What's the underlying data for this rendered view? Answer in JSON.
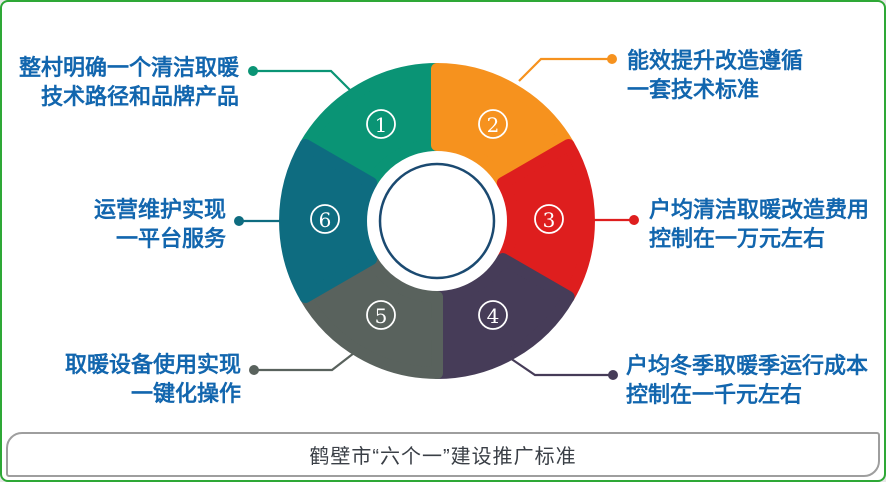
{
  "frame": {
    "border_color": "#2EA836",
    "background": "#FFFFFF"
  },
  "caption": {
    "text": "鹤壁市“六个一”建设推广标准",
    "text_color": "#3A3F46",
    "border_color": "#9E9E9E"
  },
  "wheel": {
    "center_ring_color": "#1B4A71",
    "center_fill": "#FFFFFF",
    "number_text_color": "#FFFFFF",
    "label_text_color": "#1266AE"
  },
  "segments": [
    {
      "number": "1",
      "color": "#0A9475",
      "label_lines": [
        "整村明确一个清洁取暖",
        "技术路径和品牌产品"
      ],
      "label_side": "left"
    },
    {
      "number": "2",
      "color": "#F6921E",
      "label_lines": [
        "能效提升改造遵循",
        "一套技术标准"
      ],
      "label_side": "right"
    },
    {
      "number": "3",
      "color": "#DE1E1E",
      "label_lines": [
        "户均清洁取暖改造费用",
        "控制在一万元左右"
      ],
      "label_side": "right"
    },
    {
      "number": "4",
      "color": "#463C58",
      "label_lines": [
        "户均冬季取暖季运行成本",
        "控制在一千元左右"
      ],
      "label_side": "right"
    },
    {
      "number": "5",
      "color": "#59625D",
      "label_lines": [
        "取暖设备使用实现",
        "一键化操作"
      ],
      "label_side": "left"
    },
    {
      "number": "6",
      "color": "#0E6C80",
      "label_lines": [
        "运营维护实现",
        "一平台服务"
      ],
      "label_side": "left"
    }
  ]
}
